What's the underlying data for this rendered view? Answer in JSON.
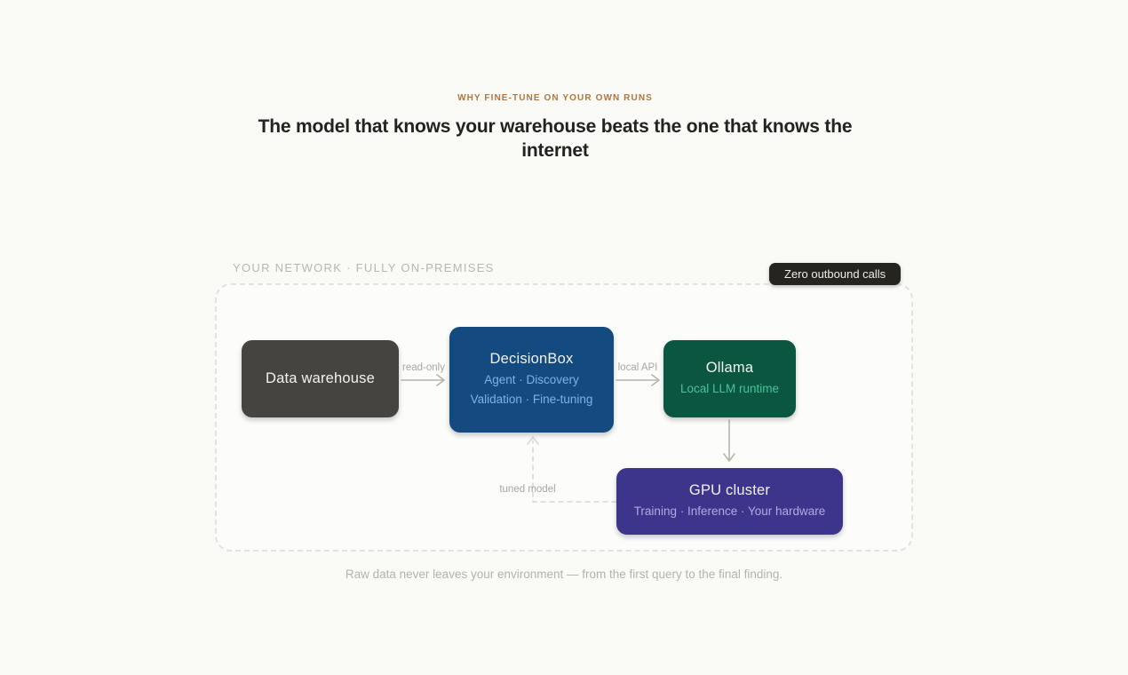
{
  "page": {
    "background": "#fafaf7"
  },
  "header": {
    "eyebrow": "WHY FINE-TUNE ON YOUR OWN RUNS",
    "eyebrow_color": "#b0763c",
    "title_line1": "The model that knows your warehouse beats the one that knows the",
    "title_line2": "internet"
  },
  "network": {
    "label": "YOUR NETWORK · FULLY ON-PREMISES",
    "badge": "Zero outbound calls",
    "badge_bg": "#26241f",
    "caption": "Raw data never leaves your environment — from the first query to the final finding."
  },
  "nodes": {
    "data_warehouse": {
      "title": "Data warehouse",
      "bg": "#454440"
    },
    "decisionbox": {
      "title": "DecisionBox",
      "subtitle_line1": "Agent · Discovery",
      "subtitle_line2": "Validation · Fine-tuning",
      "bg": "#134a80",
      "subtitle_color": "#7fb2e2"
    },
    "ollama": {
      "title": "Ollama",
      "subtitle": "Local LLM runtime",
      "bg": "#0b5641",
      "subtitle_color": "#49c39b"
    },
    "gpu_cluster": {
      "title": "GPU cluster",
      "subtitle": "Training · Inference · Your hardware",
      "bg": "#3d348b",
      "subtitle_color": "#b2aae5"
    }
  },
  "edges": {
    "read_only": {
      "label": "read-only"
    },
    "local_api": {
      "label": "local API"
    },
    "tuned_model": {
      "label": "tuned model"
    }
  }
}
